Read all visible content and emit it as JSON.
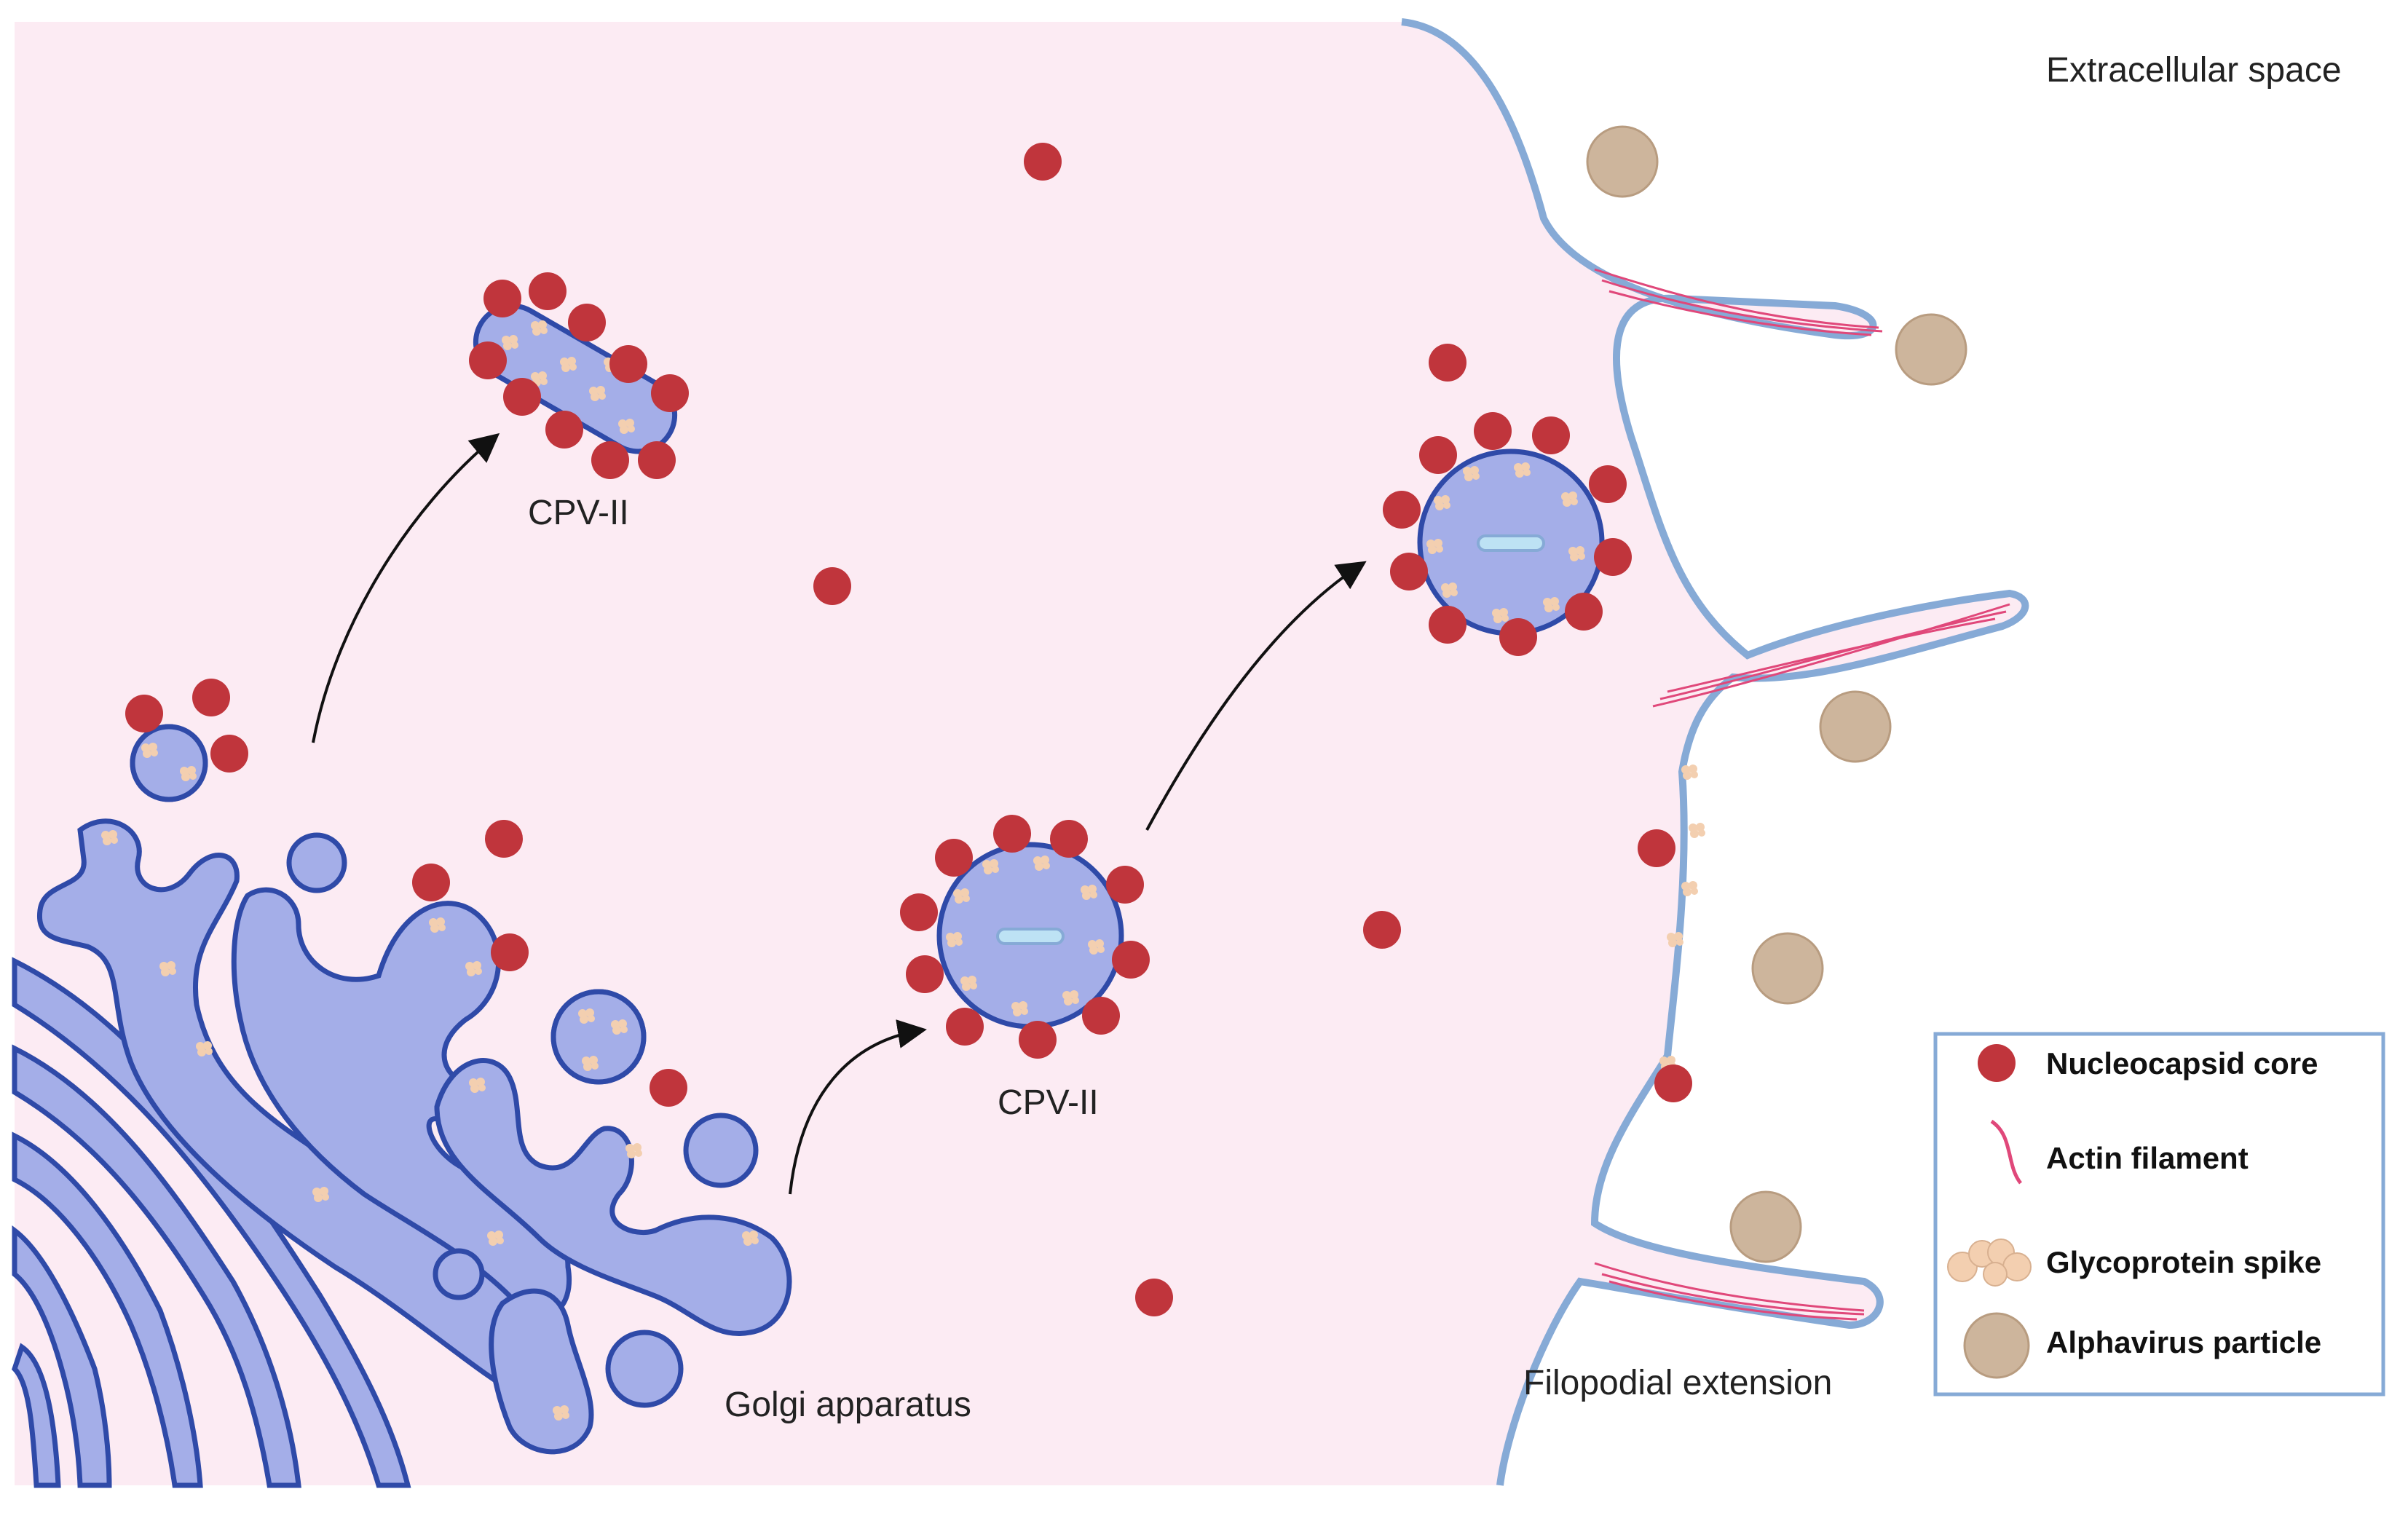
{
  "labels": {
    "extracellular": "Extracellular space",
    "cpv_top": "CPV-II",
    "cpv_middle": "CPV-II",
    "golgi": "Golgi apparatus",
    "filopodial": "Filopodial extension"
  },
  "legend": {
    "items": [
      {
        "label": "Nucleocapsid core",
        "icon": "nucleocapsid-core-icon"
      },
      {
        "label": "Actin filament",
        "icon": "actin-filament-icon"
      },
      {
        "label": "Glycoprotein spike",
        "icon": "glycoprotein-spike-icon"
      },
      {
        "label": "Alphavirus particle",
        "icon": "alphavirus-particle-icon"
      }
    ]
  },
  "colors": {
    "cytoplasm": "#fcebf3",
    "membrane": "#86aad6",
    "golgi_fill": "#a4aee8",
    "golgi_stroke": "#2f4aa8",
    "nucleocapsid": "#c0353c",
    "actin": "#e0487a",
    "spike": "#f3cfb0",
    "alphavirus": "#cdb59c",
    "legend_border": "#86aad6"
  }
}
